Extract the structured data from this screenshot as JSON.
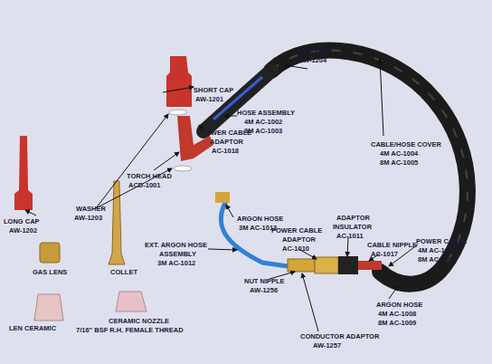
{
  "diagram": {
    "labels": [
      "HANDLE",
      "AW-1204",
      "SHORT CAP",
      "AW-1201",
      "LONG CAP",
      "AW-1202",
      "WASHER",
      "AW-1203",
      "POWER CABLE",
      "ADAPTOR",
      "AC-1018",
      "TORCH HEAD",
      "ACD-1001",
      "HOSE ASSEMBLY",
      "4M AC-1002",
      "8M AC-1003",
      "CABLE/HOSE COVER",
      "4M AC-1004",
      "8M AC-1005",
      "GAS LENS",
      "COLLET",
      "LEN CERAMIC",
      "CERAMIC NOZZLE",
      "7/16\" BSF R.H. FEMALE THREAD",
      "ARGON HOSE",
      "3M AC-1013",
      "EXT. ARGON HOSE",
      "ASSEMBLY",
      "3M AC-1012",
      "POWER CABLE",
      "ADAPTOR",
      "AC-1010",
      "ADAPTOR",
      "INSULATOR",
      "AC-1011",
      "CABLE NIPPLE",
      "AC-1017",
      "POWER CABLE",
      "4M AC-1006",
      "8M AC-1007",
      "NUT NIPPLE",
      "AW-1256",
      "ARGON HOSE",
      "4M AC-1008",
      "8M AC-1009",
      "CONDUCTOR ADAPTOR",
      "AW-1257"
    ]
  }
}
